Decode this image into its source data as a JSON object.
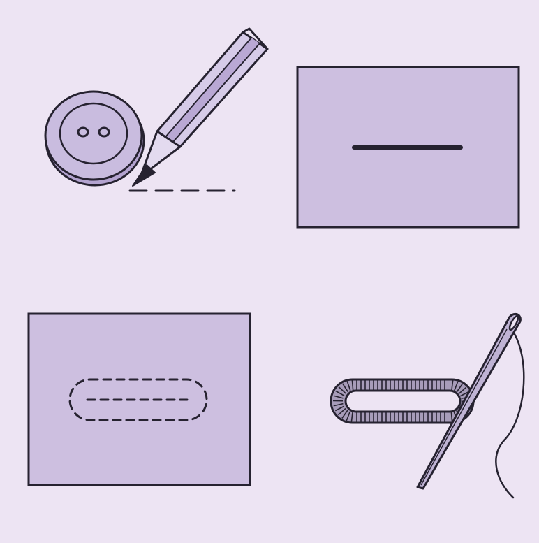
{
  "colors": {
    "background": "#ede4f3",
    "fabric": "#cdbfe0",
    "fabric_shade": "#c4b4da",
    "outline": "#262230",
    "pencil_light": "#d6cbe8",
    "pencil_mid": "#b9a8d4",
    "pencil_dark": "#9f8cc0",
    "pencil_tip_wood": "#e3daef",
    "button_face": "#c9bcdf",
    "button_edge": "#b3a3cf",
    "stitch_fill": "#a79cb9",
    "needle_fill": "#bfb3d4"
  },
  "panels": [
    {
      "name": "measure-button-step",
      "icons": [
        "button-icon",
        "pencil-icon",
        "dashed-guide-line"
      ]
    },
    {
      "name": "cut-slit-step",
      "icons": [
        "fabric-swatch",
        "slit-line"
      ]
    },
    {
      "name": "baste-outline-step",
      "icons": [
        "fabric-swatch",
        "dashed-oval-outline",
        "dashed-center-line"
      ]
    },
    {
      "name": "stitch-buttonhole-step",
      "icons": [
        "buttonhole-stitch-ring",
        "needle-icon",
        "thread-icon"
      ]
    }
  ]
}
